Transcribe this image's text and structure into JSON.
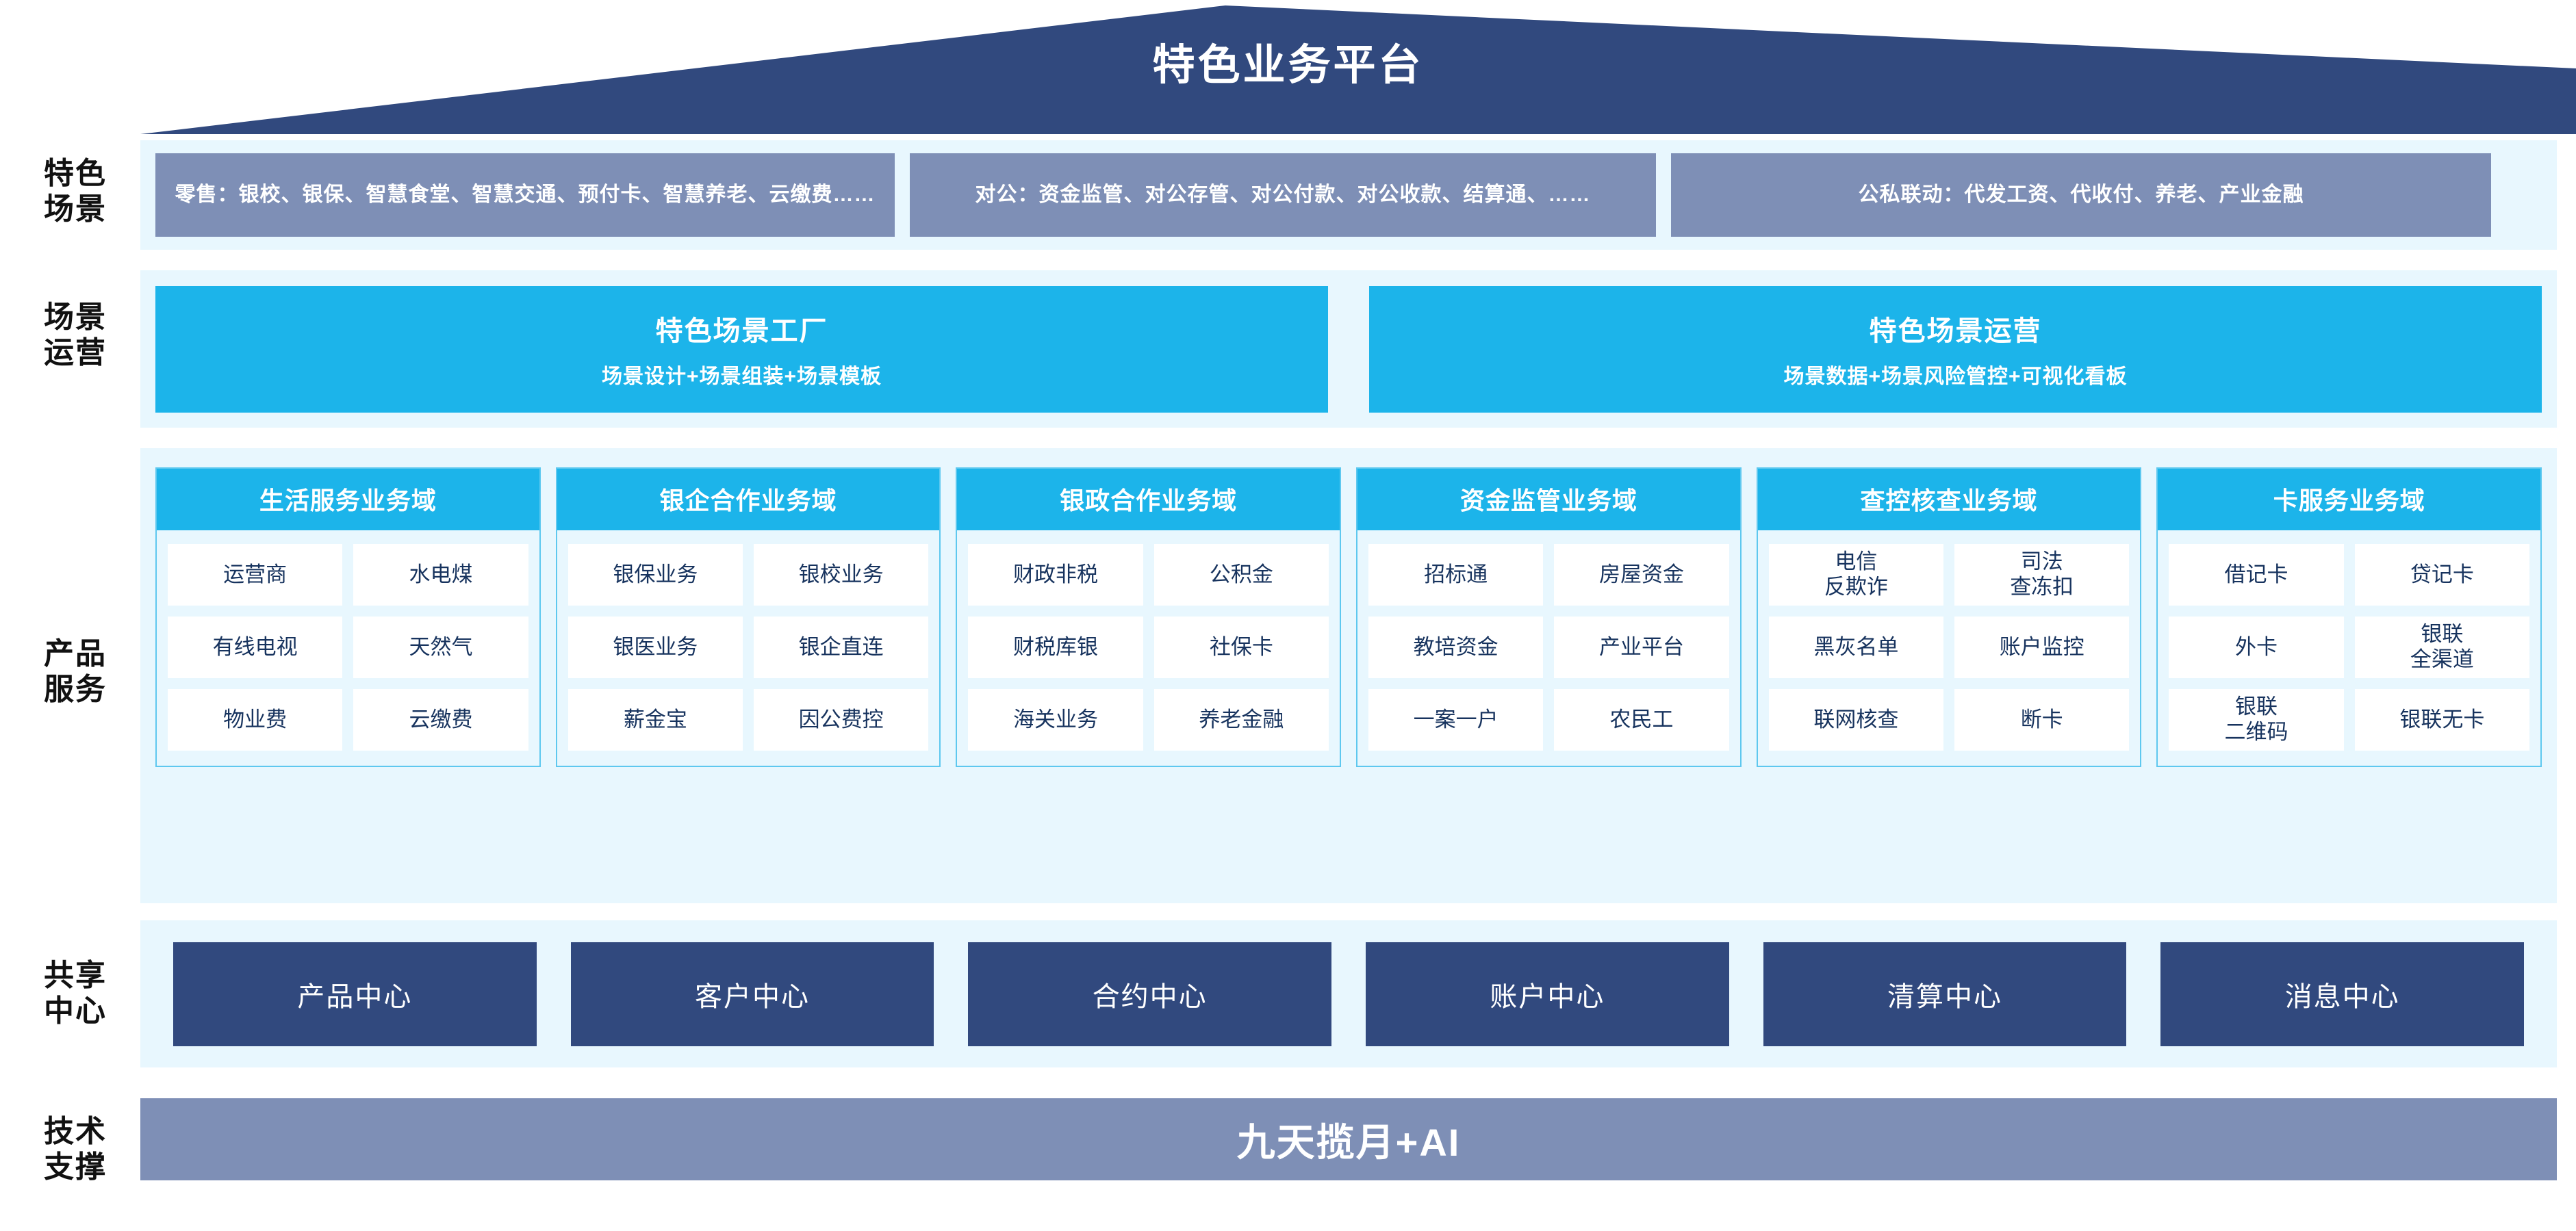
{
  "header": {
    "title": "特色业务平台"
  },
  "rows": {
    "scene": {
      "label": "特色\n场景",
      "boxes": [
        "零售：银校、银保、智慧食堂、智慧交通、预付卡、智慧养老、云缴费……",
        "对公：资金监管、对公存管、对公付款、对公收款、结算通、……",
        "公私联动：代发工资、代收付、养老、产业金融"
      ]
    },
    "operations": {
      "label": "场景\n运营",
      "boxes": [
        {
          "title": "特色场景工厂",
          "subtitle": "场景设计+场景组装+场景模板"
        },
        {
          "title": "特色场景运营",
          "subtitle": "场景数据+场景风险管控+可视化看板"
        }
      ]
    },
    "products": {
      "label": "产品\n服务",
      "domains": [
        {
          "title": "生活服务业务域",
          "items": [
            "运营商",
            "水电煤",
            "有线电视",
            "天然气",
            "物业费",
            "云缴费"
          ]
        },
        {
          "title": "银企合作业务域",
          "items": [
            "银保业务",
            "银校业务",
            "银医业务",
            "银企直连",
            "薪金宝",
            "因公费控"
          ]
        },
        {
          "title": "银政合作业务域",
          "items": [
            "财政非税",
            "公积金",
            "财税库银",
            "社保卡",
            "海关业务",
            "养老金融"
          ]
        },
        {
          "title": "资金监管业务域",
          "items": [
            "招标通",
            "房屋资金",
            "教培资金",
            "产业平台",
            "一案一户",
            "农民工"
          ]
        },
        {
          "title": "查控核查业务域",
          "items": [
            "电信\n反欺诈",
            "司法\n查冻扣",
            "黑灰名单",
            "账户监控",
            "联网核查",
            "断卡"
          ]
        },
        {
          "title": "卡服务业务域",
          "items": [
            "借记卡",
            "贷记卡",
            "外卡",
            "银联\n全渠道",
            "银联\n二维码",
            "银联无卡"
          ]
        }
      ]
    },
    "shared": {
      "label": "共享\n中心",
      "centers": [
        "产品中心",
        "客户中心",
        "合约中心",
        "账户中心",
        "清算中心",
        "消息中心"
      ]
    },
    "tech": {
      "label": "技术\n支撑",
      "title": "九天揽月+AI"
    }
  },
  "colors": {
    "roof_navy": "#31497e",
    "band_bg": "#e8f7fe",
    "scene_box": "#7e8fb6",
    "cyan": "#1cb4ea",
    "card_border": "#5ec8ef",
    "shared_box": "#31497e",
    "tech_bar": "#7e8fb6",
    "text_dark": "#17335e"
  }
}
